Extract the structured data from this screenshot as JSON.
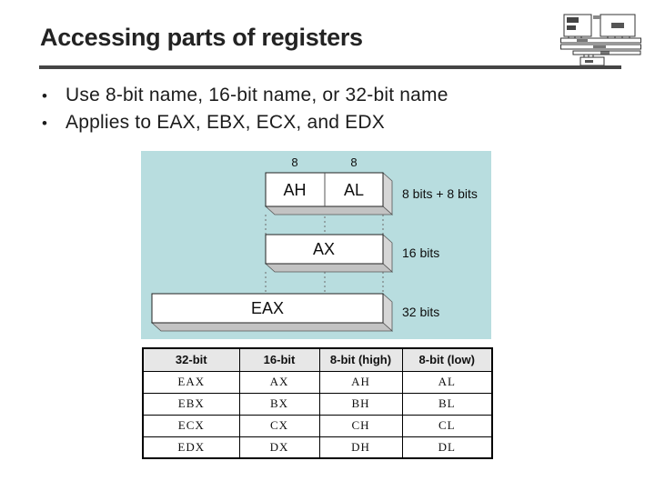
{
  "header": {
    "title": "Accessing parts of registers"
  },
  "list": {
    "marker": "•",
    "items": [
      "Use 8-bit name, 16-bit name, or 32-bit name",
      "Applies to EAX, EBX, ECX, and EDX"
    ]
  },
  "diagram": {
    "bit_label_high": "8",
    "bit_label_low": "8",
    "ah_label": "AH",
    "al_label": "AL",
    "ax_label": "AX",
    "eax_label": "EAX",
    "annotation_8bits": "8 bits + 8 bits",
    "annotation_16bits": "16 bits",
    "annotation_32bits": "32 bits"
  },
  "register_table": {
    "headers": [
      "32-bit",
      "16-bit",
      "8-bit (high)",
      "8-bit (low)"
    ],
    "rows": [
      [
        "EAX",
        "AX",
        "AH",
        "AL"
      ],
      [
        "EBX",
        "BX",
        "BH",
        "BL"
      ],
      [
        "ECX",
        "CX",
        "CH",
        "CL"
      ],
      [
        "EDX",
        "DX",
        "DH",
        "DL"
      ]
    ]
  },
  "colors": {
    "diagram_background": "#b8dddf",
    "table_header_background": "#e7e7e7",
    "title_rule": "#454545",
    "box_bevel_bottom": "#c3c3c3",
    "box_bevel_right": "#d6d6d6"
  }
}
